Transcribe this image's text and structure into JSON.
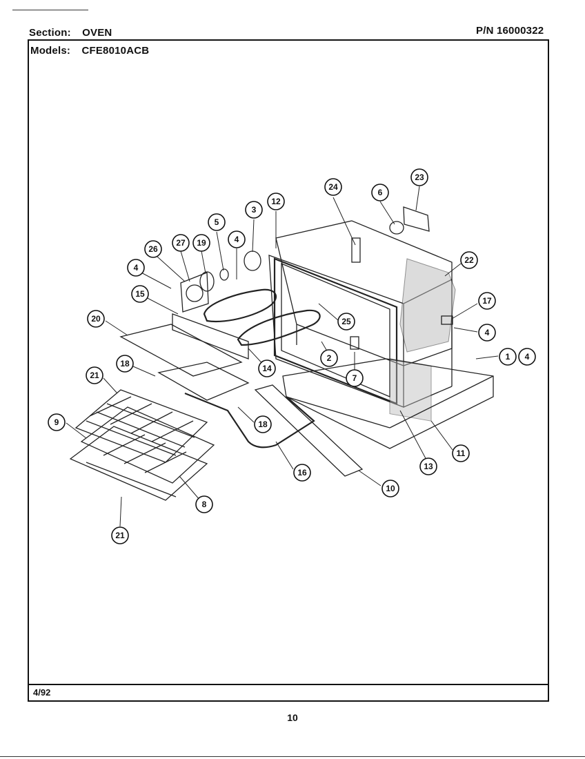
{
  "header": {
    "section_label": "Section:",
    "section_value": "OVEN",
    "part_number": "P/N  16000322",
    "models_label": "Models:",
    "models_value": "CFE8010ACB"
  },
  "footer": {
    "date": "4/92",
    "page_number": "10"
  },
  "callouts": [
    "24",
    "6",
    "23",
    "3",
    "12",
    "5",
    "4",
    "26",
    "27",
    "19",
    "22",
    "4",
    "15",
    "17",
    "25",
    "20",
    "4",
    "1",
    "4",
    "2",
    "18",
    "14",
    "21",
    "7",
    "9",
    "18",
    "13",
    "11",
    "16",
    "10",
    "8",
    "21"
  ]
}
